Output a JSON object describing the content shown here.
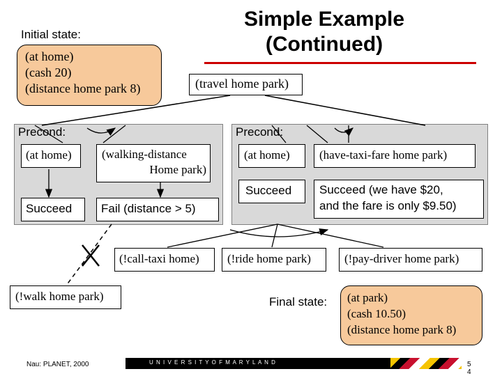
{
  "slide": {
    "title_line1": "Simple Example",
    "title_line2": "(Continued)",
    "initial_label": "Initial state:",
    "initial_state": [
      "(at home)",
      "(cash 20)",
      "(distance home park 8)"
    ],
    "task": "(travel home park)",
    "left_method": {
      "precond_label": "Precond:",
      "precond_1": "(at home)",
      "precond_2_line1": "(walking-distance",
      "precond_2_line2": "Home park)",
      "result_1": "Succeed",
      "result_2": "Fail (distance > 5)"
    },
    "right_method": {
      "precond_label": "Precond:",
      "precond_1": "(at home)",
      "precond_2": "(have-taxi-fare home park)",
      "result_1": "Succeed",
      "result_2_line1": "Succeed (we have $20,",
      "result_2_line2": "and the fare is only $9.50)"
    },
    "walk_task": "(!walk home park)",
    "call_taxi": "(!call-taxi home)",
    "ride": "(!ride home park)",
    "pay_driver": "(!pay-driver home park)",
    "final_label": "Final state:",
    "final_state": [
      "(at park)",
      "(cash 10.50)",
      "(distance home park 8)"
    ],
    "footer_left": "Nau: PLANET, 2000",
    "footer_banner": "U N I V E R S I T Y   O F   M A R Y L A N D",
    "page_number": "5",
    "page_sub": "4"
  },
  "colors": {
    "title_rule": "#cc0000",
    "state_fill": "#f7c99b",
    "method_fill": "#d9d9d9",
    "banner": "#000000"
  }
}
